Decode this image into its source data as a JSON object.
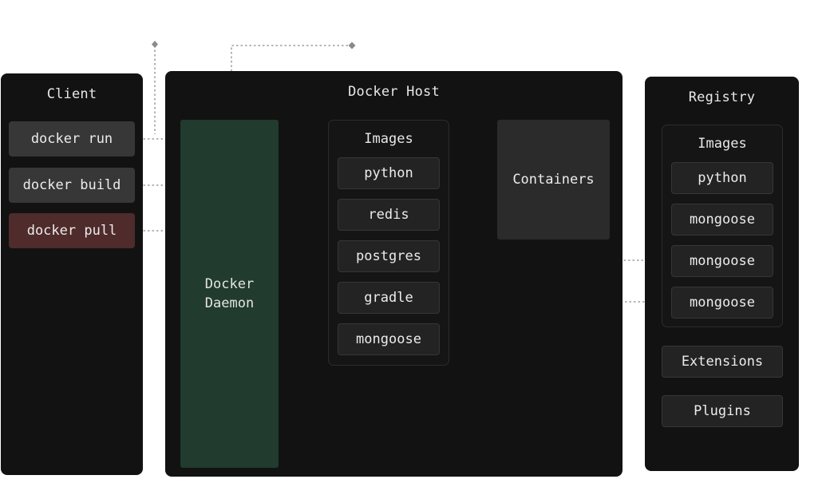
{
  "client": {
    "title": "Client",
    "commands": [
      "docker run",
      "docker build",
      "docker pull"
    ]
  },
  "host": {
    "title": "Docker Host",
    "daemon_label": "Docker\nDaemon",
    "images_title": "Images",
    "images": [
      "python",
      "redis",
      "postgres",
      "gradle",
      "mongoose"
    ],
    "containers_label": "Containers"
  },
  "registry": {
    "title": "Registry",
    "images_title": "Images",
    "images": [
      "python",
      "mongoose",
      "mongoose",
      "mongoose"
    ],
    "extensions_label": "Extensions",
    "plugins_label": "Plugins"
  },
  "colors": {
    "panel_bg": "#121212",
    "daemon_bg": "#213b2e",
    "pull_bg": "#4f2b2b",
    "connector": "#8a8a8a"
  }
}
